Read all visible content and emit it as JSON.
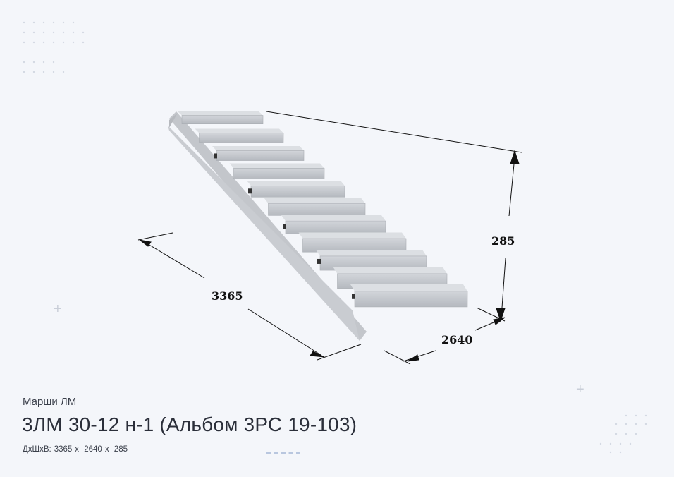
{
  "product": {
    "category": "Марши ЛМ",
    "title": "3ЛМ 30-12 н-1 (Альбом 3РС 19-103)",
    "dims_label": "ДхШхВ:",
    "length": "3365",
    "width": "2640",
    "height": "285",
    "sep": "x"
  },
  "drawing": {
    "dim_length": "3365",
    "dim_width": "2640",
    "dim_height": "285"
  }
}
